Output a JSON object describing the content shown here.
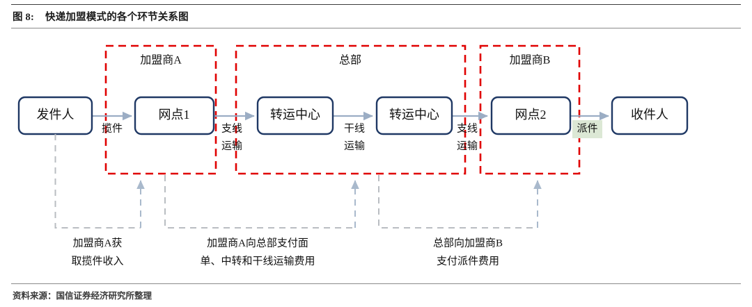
{
  "figure": {
    "number": "图 8:",
    "title": "快递加盟模式的各个环节关系图",
    "source": "资料来源：国信证券经济研究所整理"
  },
  "colors": {
    "group_border": "#e00000",
    "node_border": "#1f3864",
    "flow_arrow": "#9badc4",
    "money_dash": "#a9b9cc",
    "highlight_bg": "#dce8d5"
  },
  "diagram": {
    "type": "flow-diagram",
    "groups": [
      {
        "id": "franchisee-a",
        "label": "加盟商A"
      },
      {
        "id": "headquarters",
        "label": "总部"
      },
      {
        "id": "franchisee-b",
        "label": "加盟商B"
      }
    ],
    "nodes": [
      {
        "id": "sender",
        "label": "发件人"
      },
      {
        "id": "outlet-1",
        "label": "网点1"
      },
      {
        "id": "hub-1",
        "label": "转运中心"
      },
      {
        "id": "hub-2",
        "label": "转运中心"
      },
      {
        "id": "outlet-2",
        "label": "网点2"
      },
      {
        "id": "receiver",
        "label": "收件人"
      }
    ],
    "edges": [
      {
        "id": "e1",
        "from": "sender",
        "to": "outlet-1",
        "label": "揽件",
        "highlight": false
      },
      {
        "id": "e2",
        "from": "outlet-1",
        "to": "hub-1",
        "label": "支线\n运输",
        "highlight": false
      },
      {
        "id": "e3",
        "from": "hub-1",
        "to": "hub-2",
        "label": "干线\n运输",
        "highlight": false
      },
      {
        "id": "e4",
        "from": "hub-2",
        "to": "outlet-2",
        "label": "支线\n运输",
        "highlight": false
      },
      {
        "id": "e5",
        "from": "outlet-2",
        "to": "receiver",
        "label": "派件",
        "highlight": true
      }
    ],
    "edge_label_lines": {
      "e1": [
        "揽件"
      ],
      "e2": [
        "支线",
        "运输"
      ],
      "e3": [
        "干线",
        "运输"
      ],
      "e4": [
        "支线",
        "运输"
      ],
      "e5": [
        "派件"
      ]
    },
    "money_flows": [
      {
        "id": "m1",
        "lines": [
          "加盟商A获",
          "取揽件收入"
        ]
      },
      {
        "id": "m2",
        "lines": [
          "加盟商A向总部支付面",
          "单、中转和干线运输费用"
        ]
      },
      {
        "id": "m3",
        "lines": [
          "总部向加盟商B",
          "支付派件费用"
        ]
      }
    ]
  }
}
